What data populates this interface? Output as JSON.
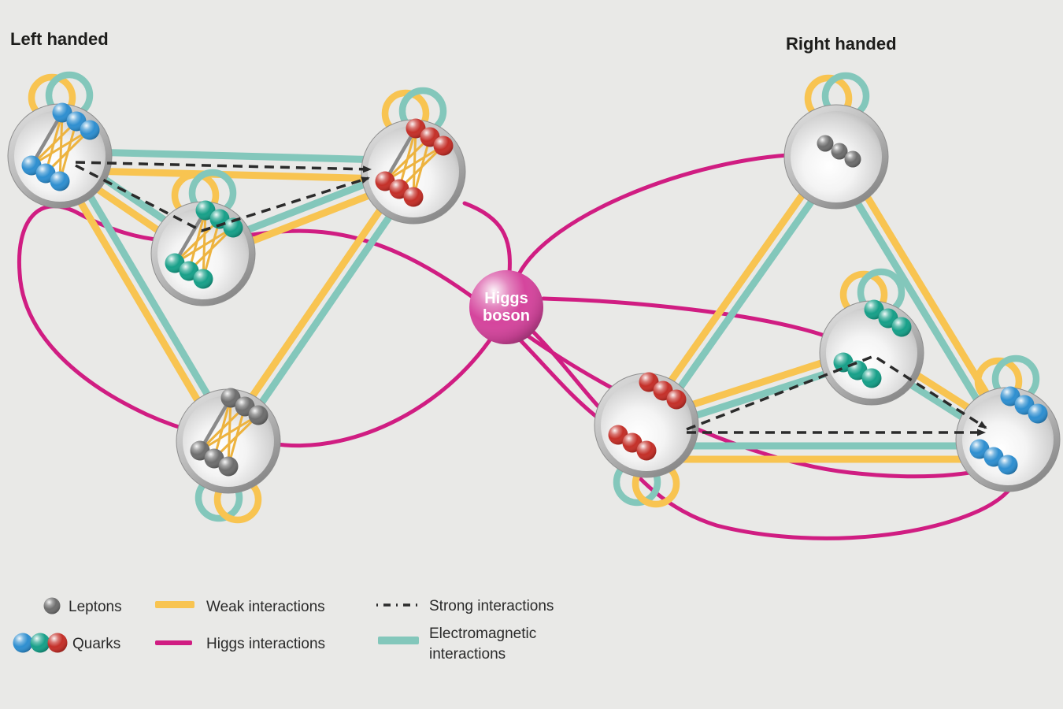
{
  "titles": {
    "left": "Left handed",
    "right": "Right handed"
  },
  "higgs": {
    "line1": "Higgs",
    "line2": "boson"
  },
  "legend": {
    "particles": [
      {
        "label": "Leptons",
        "ball_colors": [
          "#6e6e6e"
        ]
      },
      {
        "label": "Quarks",
        "ball_colors": [
          "#2f8fd0",
          "#18a089",
          "#c43029"
        ]
      }
    ],
    "interactions": [
      {
        "label": "Weak interactions",
        "style": "solid",
        "color": "#f8c451"
      },
      {
        "label": "Higgs interactions",
        "style": "solid",
        "color": "#d01d82"
      },
      {
        "label": "Strong interactions",
        "style": "dashed",
        "color": "#2b2b2b"
      },
      {
        "label": "Electromagnetic interactions",
        "label_line1": "Electromagnetic",
        "label_line2": "interactions",
        "style": "solid",
        "color": "#83c7bb"
      }
    ]
  },
  "colors": {
    "background": "#e9e9e7",
    "text": "#1d1d1b",
    "weak": "#f8c451",
    "electromagnetic": "#83c7bb",
    "higgs": "#d01d82",
    "strong": "#2b2b2b",
    "higgs_ball": "#d5459d",
    "lepton_ball": "#6e6e6e",
    "quark_up_ball": "#2f8fd0",
    "quark_mid_ball": "#18a089",
    "quark_down_ball": "#c43029"
  },
  "diagram": {
    "center_node": "Higgs boson",
    "nodes": [
      {
        "id": "left-blue-quarks",
        "side": "left",
        "particle": "quarks",
        "ball_color": "#2f8fd0",
        "ball_count": 6,
        "self_loop": [
          "weak",
          "electromagnetic"
        ]
      },
      {
        "id": "left-green-quarks",
        "side": "left",
        "particle": "quarks",
        "ball_color": "#18a089",
        "ball_count": 6,
        "self_loop": [
          "weak",
          "electromagnetic"
        ]
      },
      {
        "id": "left-red-quarks",
        "side": "left",
        "particle": "quarks",
        "ball_color": "#c43029",
        "ball_count": 6,
        "self_loop": [
          "weak",
          "electromagnetic"
        ]
      },
      {
        "id": "left-leptons",
        "side": "left",
        "particle": "leptons",
        "ball_color": "#6e6e6e",
        "ball_count": 6,
        "self_loop": [
          "weak",
          "electromagnetic"
        ]
      },
      {
        "id": "right-leptons",
        "side": "right",
        "particle": "leptons",
        "ball_color": "#6e6e6e",
        "ball_count": 3,
        "self_loop": [
          "weak",
          "electromagnetic"
        ]
      },
      {
        "id": "right-green-quarks",
        "side": "right",
        "particle": "quarks",
        "ball_color": "#18a089",
        "ball_count": 6,
        "self_loop": [
          "weak",
          "electromagnetic"
        ]
      },
      {
        "id": "right-red-quarks",
        "side": "right",
        "particle": "quarks",
        "ball_color": "#c43029",
        "ball_count": 6,
        "self_loop": [
          "weak",
          "electromagnetic"
        ]
      },
      {
        "id": "right-blue-quarks",
        "side": "right",
        "particle": "quarks",
        "ball_color": "#2f8fd0",
        "ball_count": 6,
        "self_loop": [
          "weak",
          "electromagnetic"
        ]
      }
    ],
    "edges": [
      {
        "from": "left-blue-quarks",
        "to": "left-red-quarks",
        "interactions": [
          "electromagnetic",
          "strong",
          "weak"
        ]
      },
      {
        "from": "left-blue-quarks",
        "to": "left-green-quarks",
        "interactions": [
          "weak",
          "electromagnetic"
        ]
      },
      {
        "from": "left-green-quarks",
        "to": "left-red-quarks",
        "interactions": [
          "weak",
          "electromagnetic"
        ]
      },
      {
        "from": "left-blue-quarks",
        "to": "left-leptons",
        "interactions": [
          "weak",
          "electromagnetic"
        ]
      },
      {
        "from": "left-red-quarks",
        "to": "left-leptons",
        "interactions": [
          "weak",
          "electromagnetic"
        ]
      },
      {
        "from": "left-blue-quarks",
        "to": "left-red-quarks",
        "via": "left-green-quarks",
        "interactions": [
          "strong"
        ]
      },
      {
        "from": "right-leptons",
        "to": "right-red-quarks",
        "interactions": [
          "weak",
          "electromagnetic"
        ]
      },
      {
        "from": "right-leptons",
        "to": "right-blue-quarks",
        "interactions": [
          "weak",
          "electromagnetic"
        ]
      },
      {
        "from": "right-red-quarks",
        "to": "right-green-quarks",
        "interactions": [
          "weak",
          "electromagnetic"
        ]
      },
      {
        "from": "right-green-quarks",
        "to": "right-blue-quarks",
        "interactions": [
          "weak",
          "electromagnetic"
        ]
      },
      {
        "from": "right-red-quarks",
        "to": "right-blue-quarks",
        "interactions": [
          "strong",
          "electromagnetic",
          "weak"
        ]
      },
      {
        "from": "right-red-quarks",
        "to": "right-blue-quarks",
        "via": "right-green-quarks",
        "interactions": [
          "strong"
        ]
      },
      {
        "from": "higgs",
        "to": "left-red-quarks",
        "interactions": [
          "higgs"
        ]
      },
      {
        "from": "higgs",
        "to": "left-cluster-loop",
        "interactions": [
          "higgs"
        ]
      },
      {
        "from": "higgs",
        "to": "right-leptons",
        "interactions": [
          "higgs"
        ]
      },
      {
        "from": "higgs",
        "to": "right-green-quarks",
        "interactions": [
          "higgs"
        ]
      },
      {
        "from": "higgs",
        "to": "right-red-quarks",
        "interactions": [
          "higgs"
        ]
      },
      {
        "from": "higgs",
        "to": "right-cluster-loop",
        "interactions": [
          "higgs"
        ]
      }
    ]
  }
}
